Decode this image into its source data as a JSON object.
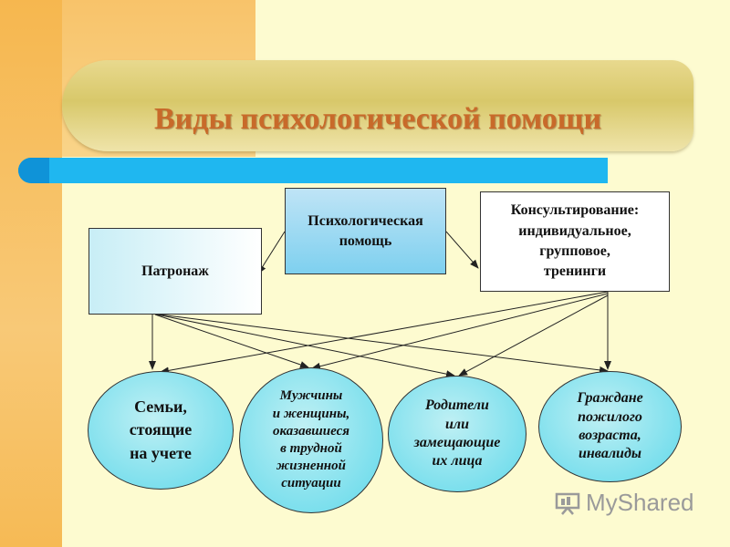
{
  "title": "Виды психологической помощи",
  "nodes": {
    "psych_help": "Психологическая\nпомощь",
    "patronage": "Патронаж",
    "counseling": "Консультирование:\nиндивидуальное,\nгрупповое,\nтренинги"
  },
  "groups": [
    {
      "label": "Семьи,\nстоящие\nна учете"
    },
    {
      "label": "Мужчины\nи женщины,\nоказавшиеся\nв трудной\nжизненной\nситуации"
    },
    {
      "label": "Родители\nили\nзамещающие\nих лица"
    },
    {
      "label": "Граждане\nпожилого\nвозраста,\nинвалиды"
    }
  ],
  "watermark": "MyShared",
  "colors": {
    "title": "#c86a2a",
    "accent_blue": "#1fb7f0",
    "ellipse_fill": "#7fe0ee"
  }
}
